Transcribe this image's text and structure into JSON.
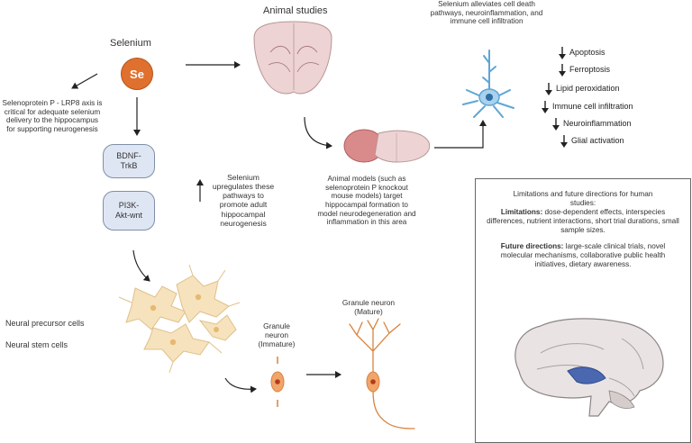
{
  "selenium": {
    "title": "Selenium",
    "symbol": "Se",
    "selenoprotein_text": "Selenoprotein P - LRP8 axis is critical for adequate selenium delivery to the hippocampus for supporting neurogenesis"
  },
  "pathways": {
    "bdnf": "BDNF-TrkB",
    "pi3k": "PI3K-Akt-wnt",
    "upregulates_text": "Selenium upregulates these pathways to promote adult hippocampal neurogenesis"
  },
  "animal": {
    "title": "Animal studies",
    "models_text": "Animal models (such as selenoprotein P knockout mouse models) target hippocampal formation to model neurodegeneration and inflammation in this area"
  },
  "alleviates_text": "Selenium alleviates cell death pathways, neuroinflammation, and immune cell infiltration",
  "outcomes": [
    "Apoptosis",
    "Ferroptosis",
    "Lipid peroxidation",
    "Immune cell infiltration",
    "Neuroinflammation",
    "Glial activation"
  ],
  "neurogenesis": {
    "precursor": "Neural precursor cells",
    "stem": "Neural stem cells",
    "immature": "Granule neuron (Immature)",
    "mature": "Granule neuron (Mature)"
  },
  "limitations": {
    "heading": "Limitations and future directions for human studies:",
    "lim_label": "Limitations:",
    "lim_text": "dose-dependent effects, interspecies differences, nutrient interactions, short trial durations, small sample sizes.",
    "fut_label": "Future directions:",
    "fut_text": "large-scale clinical trials, novel molecular mechanisms, collaborative public health initiatives, dietary awareness."
  },
  "colors": {
    "selenium": "#e0702e",
    "pathway_fill": "#dfe6f3",
    "brain_pink": "#e8c8c8",
    "microglia": "#5fa6d6",
    "neuron": "#d9823c",
    "hippocampus": "#4a67b0"
  },
  "icons": [
    "mouse-brain-section-icon",
    "mouse-brain-icon",
    "microglia-icon",
    "precursor-cells-icon",
    "immature-neuron-icon",
    "mature-neuron-icon",
    "human-brain-icon"
  ]
}
